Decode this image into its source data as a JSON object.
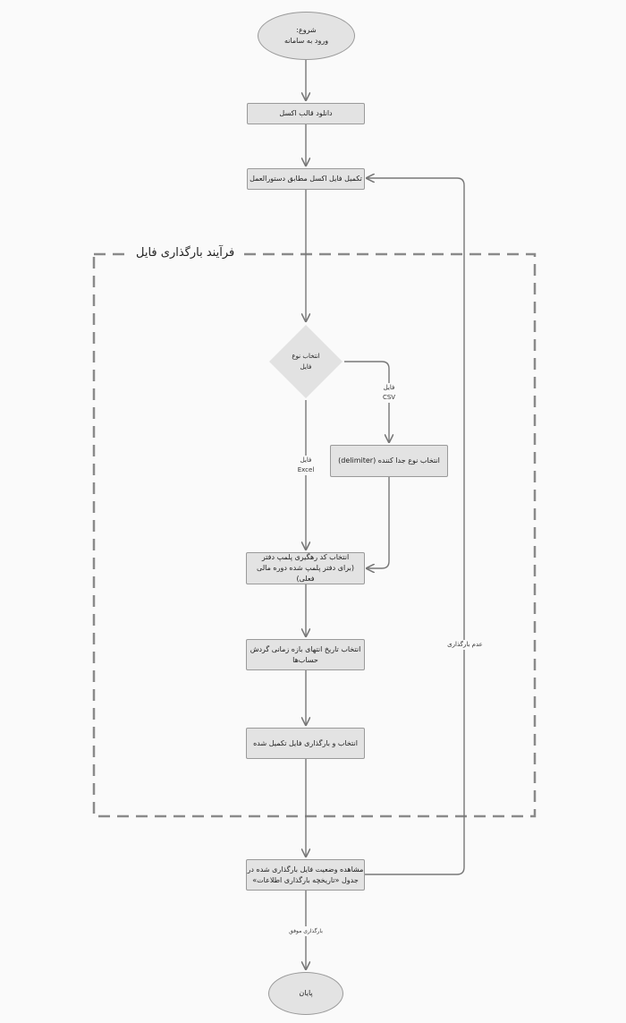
{
  "group": {
    "title": "فرآیند بارگذاری فایل"
  },
  "nodes": {
    "start": {
      "line1": "شروع:",
      "line2": "ورود به سامانه"
    },
    "download": {
      "label": "دانلود قالب اکسل"
    },
    "fill": {
      "label": "تکمیل فایل اکسل مطابق دستورالعمل"
    },
    "decision": {
      "line1": "انتخاب نوع",
      "line2": "فایل"
    },
    "delimiter": {
      "label": "انتخاب نوع جدا کننده (delimiter)"
    },
    "seal": {
      "line1": "انتخاب کد رهگیری پلمپ دفتر",
      "line2": "(برای دفتر پلمپ شده دوره مالی فعلی)"
    },
    "date": {
      "line1": "انتخاب تاریخ انتهای بازه زمانی گردش",
      "line2": "حساب‌ها"
    },
    "upload": {
      "label": "انتخاب و بارگذاری فایل تکمیل شده"
    },
    "status": {
      "line1": "مشاهده وضعیت فایل بارگذاری شده در",
      "line2": "جدول «تاریخچه بارگذاری اطلاعات»"
    },
    "end": {
      "label": "پایان"
    }
  },
  "edge_labels": {
    "csv": {
      "line1": "فایل",
      "line2": "CSV"
    },
    "excel": {
      "line1": "فایل",
      "line2": "Excel"
    },
    "not_uploaded": "عدم بارگذاری",
    "success": "بارگذاری موفق"
  },
  "colors": {
    "node_fill": "#e3e3e3",
    "node_border": "#9a9a9a",
    "line": "#777777",
    "group_border": "#8a8a8a",
    "background": "#fafafa"
  }
}
